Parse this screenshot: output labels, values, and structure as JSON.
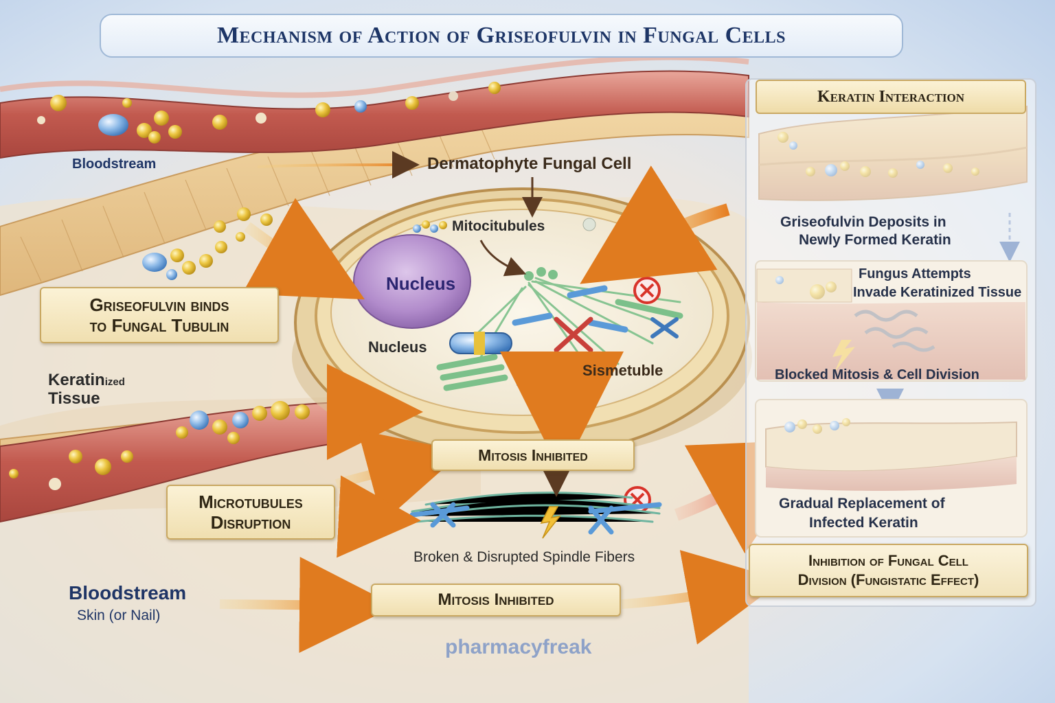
{
  "title": "Mechanism of Action of Griseofulvin in Fungal Cells",
  "labels": {
    "bloodstream_top": "Bloodstream",
    "dermatophyte": "Dermatophyte Fungal Cell",
    "mitocitubules": "Mitocitubules",
    "nucleus_main": "Nucleus",
    "nucleus_secondary": "Nucleus",
    "sismetuble": "Sismetuble",
    "keratin_part1": "Keratin",
    "keratin_part2": "ized",
    "keratin_part3": "Tissue",
    "spindle": "Broken & Disrupted Spindle Fibers",
    "bloodstream_bottom": "Bloodstream",
    "skin_nail": "Skin (or Nail)",
    "watermark": "pharmacyfreak"
  },
  "boxes": {
    "binds_line1": "Griseofulvin binds",
    "binds_line2": "to Fungal Tubulin",
    "mitosis_inhibited_mid": "Mitosis Inhibited",
    "microtubules_line1": "Microtubules",
    "microtubules_line2": "Disruption",
    "mitosis_inhibited_bottom": "Mitosis Inhibited"
  },
  "right_panel": {
    "title": "Keratin Interaction",
    "step1_line1": "Griseofulvin Deposits in",
    "step1_line2": "Newly Formed Keratin",
    "step2_line1": "Fungus Attempts",
    "step2_line2": "Invade Keratinized Tissue",
    "step2_caption": "Blocked Mitosis & Cell Division",
    "step3_line1": "Gradual Replacement of",
    "step3_line2": "Infected Keratin",
    "result_line1": "Inhibition of Fungal Cell",
    "result_line2": "Division (Fungistatic Effect)"
  },
  "colors": {
    "title_text": "#1d3566",
    "box_fill": "#f6e7bf",
    "arrow_orange": "#e8922a",
    "microtubule_green": "#7cc08a",
    "drug_blue": "#5a9ad8",
    "drug_yellow": "#e8c13a",
    "inhibit_red": "#d8332a",
    "vessel_red": "#c25a4f"
  }
}
